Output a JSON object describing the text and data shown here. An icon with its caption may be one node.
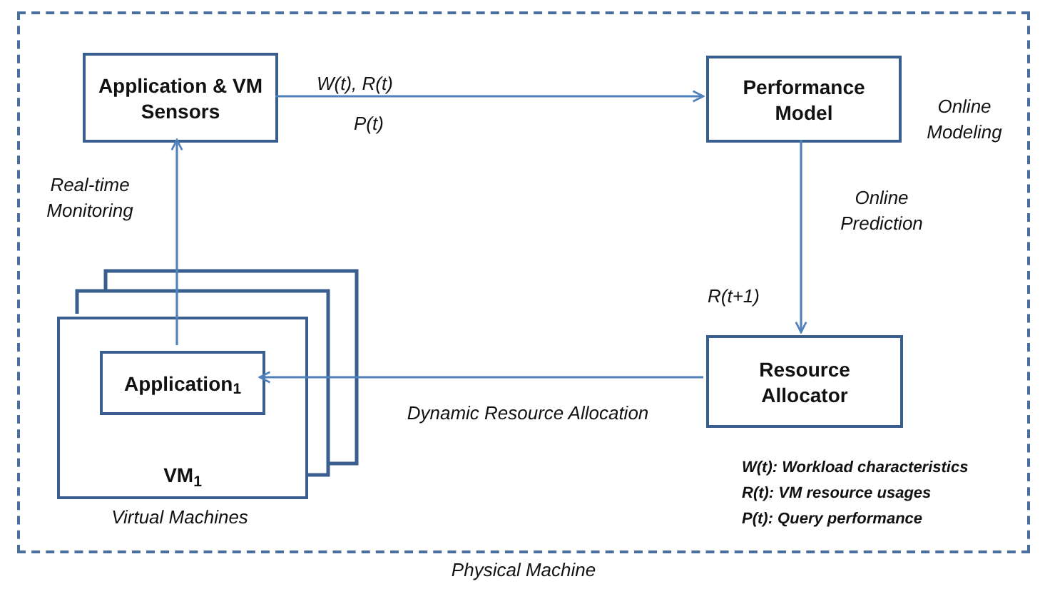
{
  "diagram": {
    "nodes": [
      {
        "text": [
          "Physical Machine"
        ]
      },
      {
        "text": [
          "Application & VM Sensors"
        ],
        "in": 0
      },
      {
        "text": [
          "Performance Model"
        ],
        "in": 0,
        "beside": [
          "Online Modeling"
        ]
      },
      {
        "text": [
          "VM$_{1}$"
        ],
        "in": 0,
        "beside": [
          "Virtual Machines"
        ]
      },
      {
        "text": [
          "Application$_{1}$"
        ],
        "in": 3
      },
      {
        "text": [
          "Resource Allocator"
        ],
        "in": 0
      }
    ],
    "edges": [
      {
        "from": 1,
        "to": 2,
        "arrow": "to",
        "label": "W(t), R(t)"
      },
      {
        "from": 2,
        "to": 5,
        "arrow": "to",
        "label": "Online Prediction"
      },
      {
        "from": 5,
        "to": 4,
        "arrow": "to",
        "label": "Dynamic Resource Allocation"
      },
      {
        "from": 4,
        "to": 1,
        "arrow": "to",
        "label": "Real-time Monitoring"
      }
    ],
    "labels": [
      "P(t)",
      "R(t+1)",
      "W(t): Workload characteristics",
      "R(t): VM resource usages",
      "P(t): Query performance"
    ]
  }
}
